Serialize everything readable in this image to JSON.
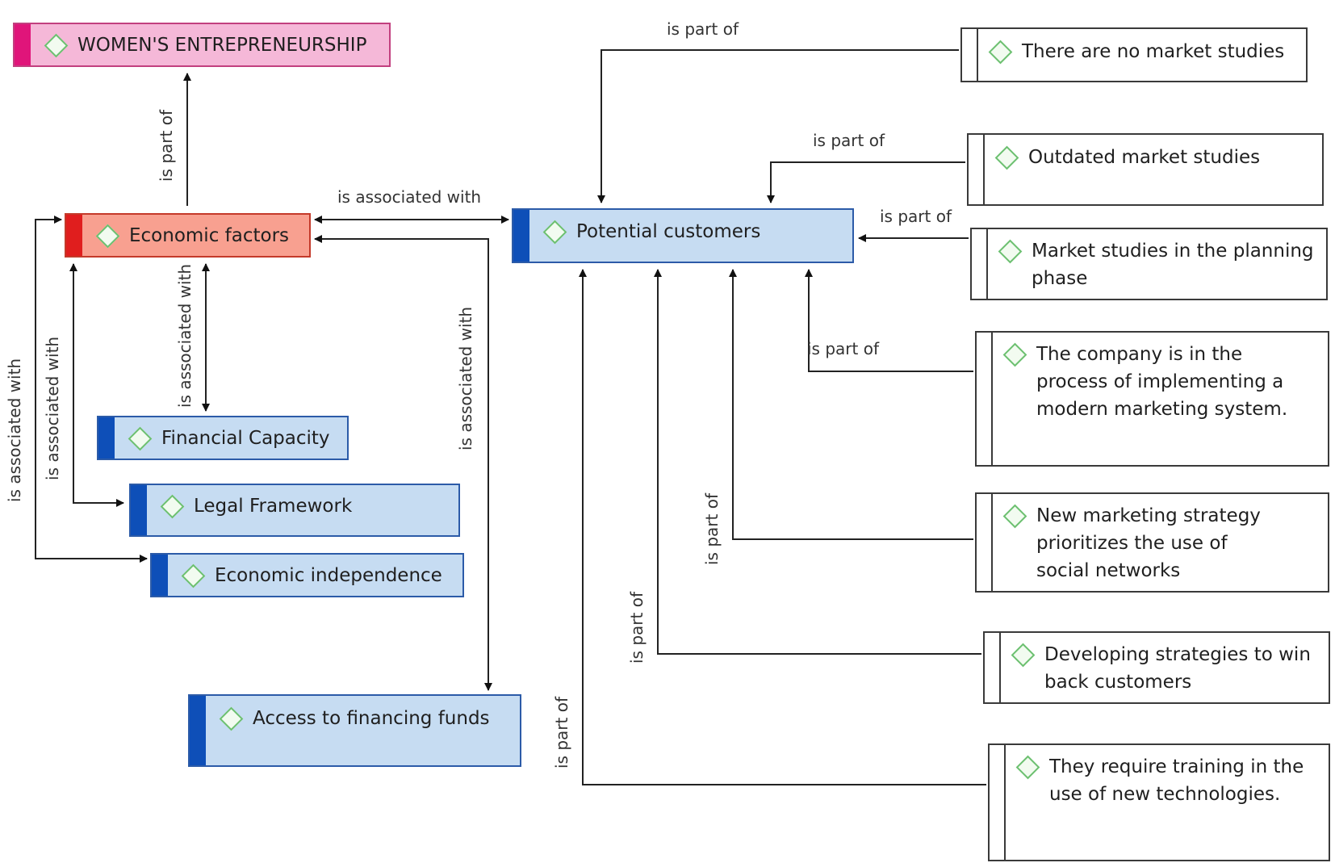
{
  "nodes": {
    "womens_entrepreneurship": "WOMEN'S ENTREPRENEURSHIP",
    "economic_factors": "Economic factors",
    "potential_customers": "Potential customers",
    "financial_capacity": "Financial Capacity",
    "legal_framework": "Legal Framework",
    "economic_independence": "Economic independence",
    "access_to_financing": "Access to financing funds",
    "no_market_studies": "There are no market studies",
    "outdated_market_studies": "Outdated market studies",
    "market_studies_planning": "Market studies in the planning phase",
    "modern_marketing_system": "The company is in the process of implementing a modern marketing system.",
    "social_networks_strategy": "New marketing strategy prioritizes the use of social networks",
    "win_back_customers": "Developing strategies to win back customers",
    "training_new_tech": "They require training in the use of new technologies."
  },
  "edge_labels": {
    "econ_to_women": "is part of",
    "econ_to_customers": "is associated with",
    "econ_to_financial": "is associated with",
    "econ_to_legal": "is associated with",
    "econ_to_independence": "is associated with",
    "econ_to_financing": "is associated with",
    "no_studies_to_customers": "is part of",
    "outdated_to_customers": "is part of",
    "planning_to_customers": "is part of",
    "modern_to_customers": "is part of",
    "social_to_customers": "is part of",
    "winback_to_customers": "is part of",
    "training_to_customers": "is part of"
  },
  "colors": {
    "pink_fill": "#f5b8d8",
    "red_fill": "#f8a090",
    "blue_fill": "#c6dcf2",
    "blue_bar": "#0e4fb8",
    "red_bar": "#e01e1e",
    "pink_bar": "#e0157a",
    "diamond_green": "#6cc070"
  },
  "icons": {
    "node_marker": "diamond-icon"
  }
}
